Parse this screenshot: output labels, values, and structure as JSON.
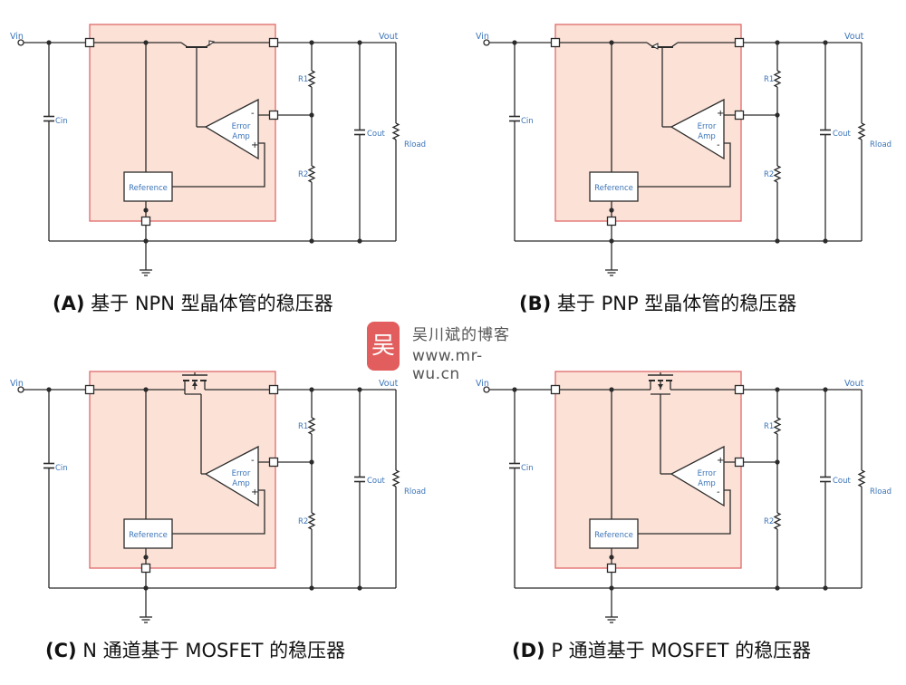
{
  "labels": {
    "vin": "Vin",
    "vout": "Vout",
    "cin": "Cin",
    "cout": "Cout",
    "r1": "R1",
    "r2": "R2",
    "rload": "Rload",
    "reference": "Reference",
    "amp_line1": "Error",
    "amp_line2": "Amp",
    "minus": "-",
    "plus": "+"
  },
  "panels": [
    {
      "id": "A",
      "tag": "(A)",
      "caption": "基于 NPN 型晶体管的稳压器",
      "pass_element": "npn"
    },
    {
      "id": "B",
      "tag": "(B)",
      "caption": "基于 PNP 型晶体管的稳压器",
      "pass_element": "pnp"
    },
    {
      "id": "C",
      "tag": "(C)",
      "caption": "N 通道基于 MOSFET 的稳压器",
      "pass_element": "nmos"
    },
    {
      "id": "D",
      "tag": "(D)",
      "caption": "P 通道基于 MOSFET 的稳压器",
      "pass_element": "pmos"
    }
  ],
  "watermark": {
    "seal": "吴",
    "title": "吴川斌的博客",
    "url": "www.mr-wu.cn"
  },
  "colors": {
    "box_fill": "#fbe1d6",
    "box_stroke": "#e0696a",
    "wire": "#2b2b2b",
    "label_blue": "#3b74b8"
  }
}
